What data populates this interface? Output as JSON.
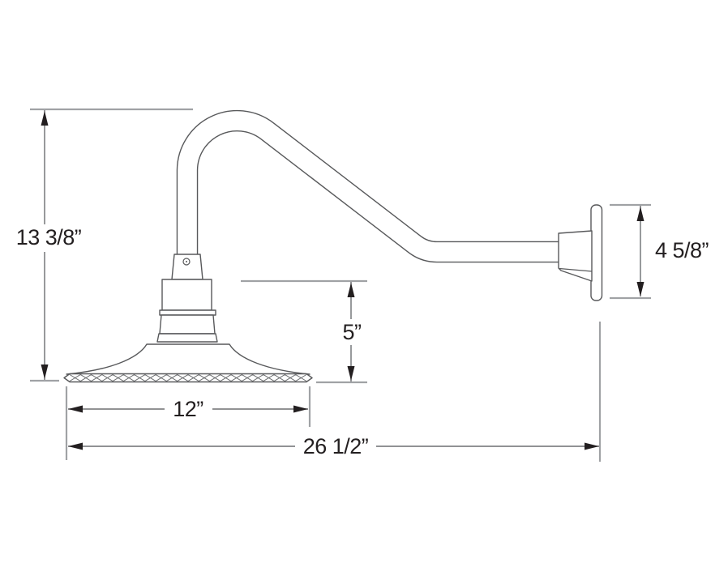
{
  "figure": {
    "type": "technical dimension drawing",
    "subject": "gooseneck barn light wall fixture, side elevation",
    "unit": "inches"
  },
  "dimensions": {
    "fixture_height": {
      "label": "13 3/8”"
    },
    "shade_drop": {
      "label": "5”"
    },
    "shade_diameter": {
      "label": "12”"
    },
    "total_projection": {
      "label": "26 1/2”"
    },
    "backplate_height": {
      "label": "4 5/8”"
    }
  },
  "colors": {
    "background": "#ffffff",
    "fixture_outline": "#58595b",
    "reference_line": "#a0a2a5",
    "dimension_line": "#6d6e71",
    "text_and_arrows": "#231f20"
  }
}
